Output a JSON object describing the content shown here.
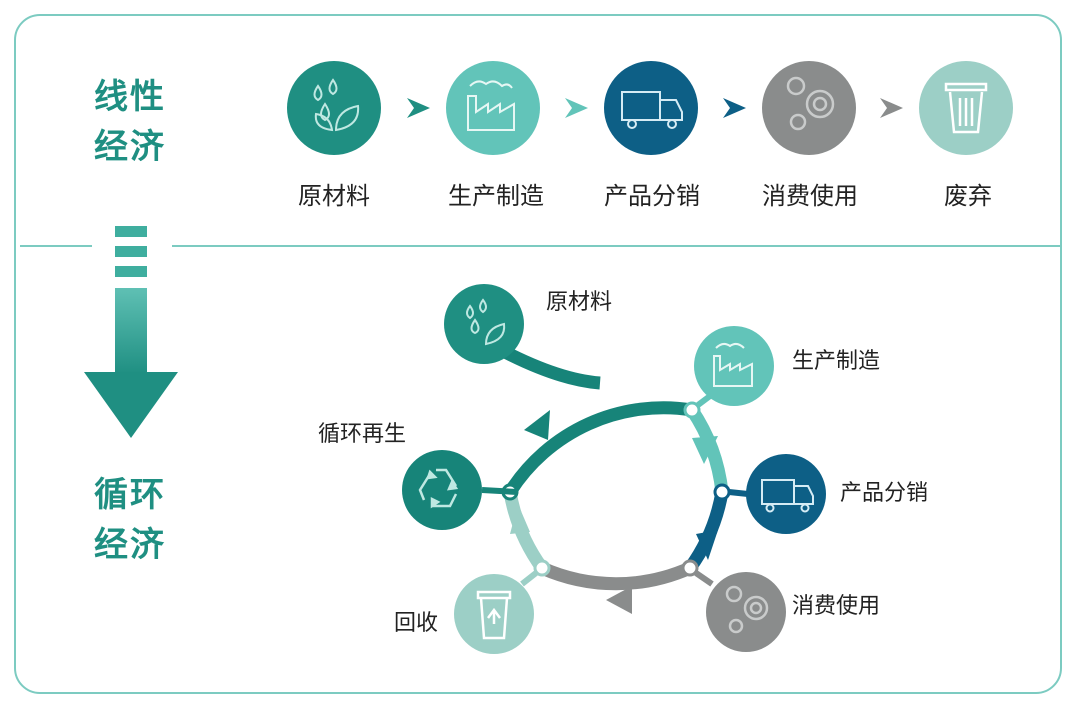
{
  "colors": {
    "border": "#7ccbc1",
    "title_text": "#1f8f82",
    "raw": "#1f8f82",
    "make": "#62c4b9",
    "dist": "#0d5f86",
    "use": "#8a8c8c",
    "waste": "#9ccfc6",
    "recycle": "#178479"
  },
  "linear": {
    "title": [
      "线性",
      "经济"
    ],
    "steps": [
      {
        "label": "原材料",
        "icon": "water-leaf-icon"
      },
      {
        "label": "生产制造",
        "icon": "factory-icon"
      },
      {
        "label": "产品分销",
        "icon": "truck-icon"
      },
      {
        "label": "消费使用",
        "icon": "gears-icon"
      },
      {
        "label": "废弃",
        "icon": "trash-can-icon"
      }
    ]
  },
  "circular": {
    "title": [
      "循环",
      "经济"
    ],
    "steps": [
      {
        "label": "原材料",
        "icon": "water-leaf-icon"
      },
      {
        "label": "生产制造",
        "icon": "factory-icon"
      },
      {
        "label": "产品分销",
        "icon": "truck-icon"
      },
      {
        "label": "消费使用",
        "icon": "gears-icon"
      },
      {
        "label": "回收",
        "icon": "recycle-bin-icon"
      },
      {
        "label": "循环再生",
        "icon": "recycle-icon"
      }
    ]
  }
}
